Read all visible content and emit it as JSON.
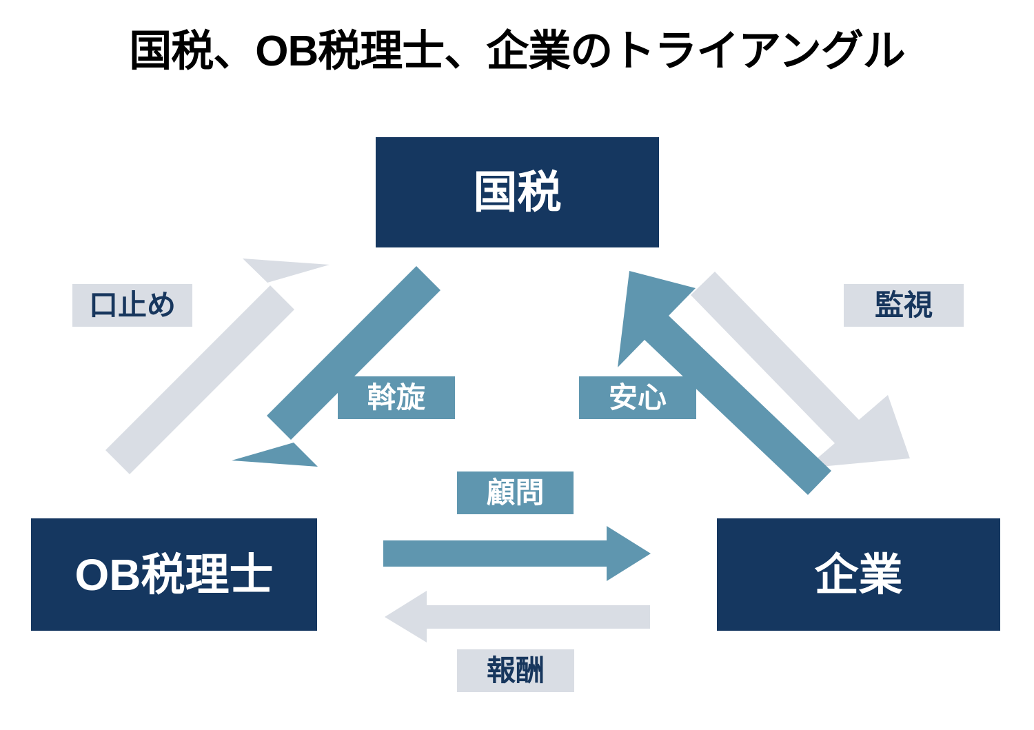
{
  "diagram": {
    "title": "国税、OB税理士、企業のトライアングル",
    "type": "triangle-relationship-diagram",
    "colors": {
      "node_fill": "#153760",
      "node_text": "#ffffff",
      "arrow_blue": "#5f96af",
      "arrow_gray": "#d9dde4",
      "label_gray_bg": "#d9dde4",
      "label_gray_text": "#17365d",
      "label_blue_bg": "#5f96af",
      "label_blue_text": "#ffffff",
      "background": "#ffffff"
    },
    "nodes": [
      {
        "id": "kokuzei",
        "label": "国税"
      },
      {
        "id": "ob",
        "label": "OB税理士"
      },
      {
        "id": "kigyo",
        "label": "企業"
      }
    ],
    "edges": [
      {
        "id": "kuchidome",
        "label": "口止め",
        "from": "ob",
        "to": "kokuzei",
        "color": "gray",
        "direction": "up-right"
      },
      {
        "id": "assen",
        "label": "斡旋",
        "from": "kokuzei",
        "to": "ob",
        "color": "blue",
        "direction": "down-left"
      },
      {
        "id": "kanshi",
        "label": "監視",
        "from": "kokuzei",
        "to": "kigyo",
        "color": "gray",
        "direction": "down-right"
      },
      {
        "id": "anshin",
        "label": "安心",
        "from": "kigyo",
        "to": "kokuzei",
        "color": "blue",
        "direction": "up-left"
      },
      {
        "id": "komon",
        "label": "顧問",
        "from": "ob",
        "to": "kigyo",
        "color": "blue",
        "direction": "right"
      },
      {
        "id": "hoshu",
        "label": "報酬",
        "from": "kigyo",
        "to": "ob",
        "color": "gray",
        "direction": "left"
      }
    ]
  }
}
